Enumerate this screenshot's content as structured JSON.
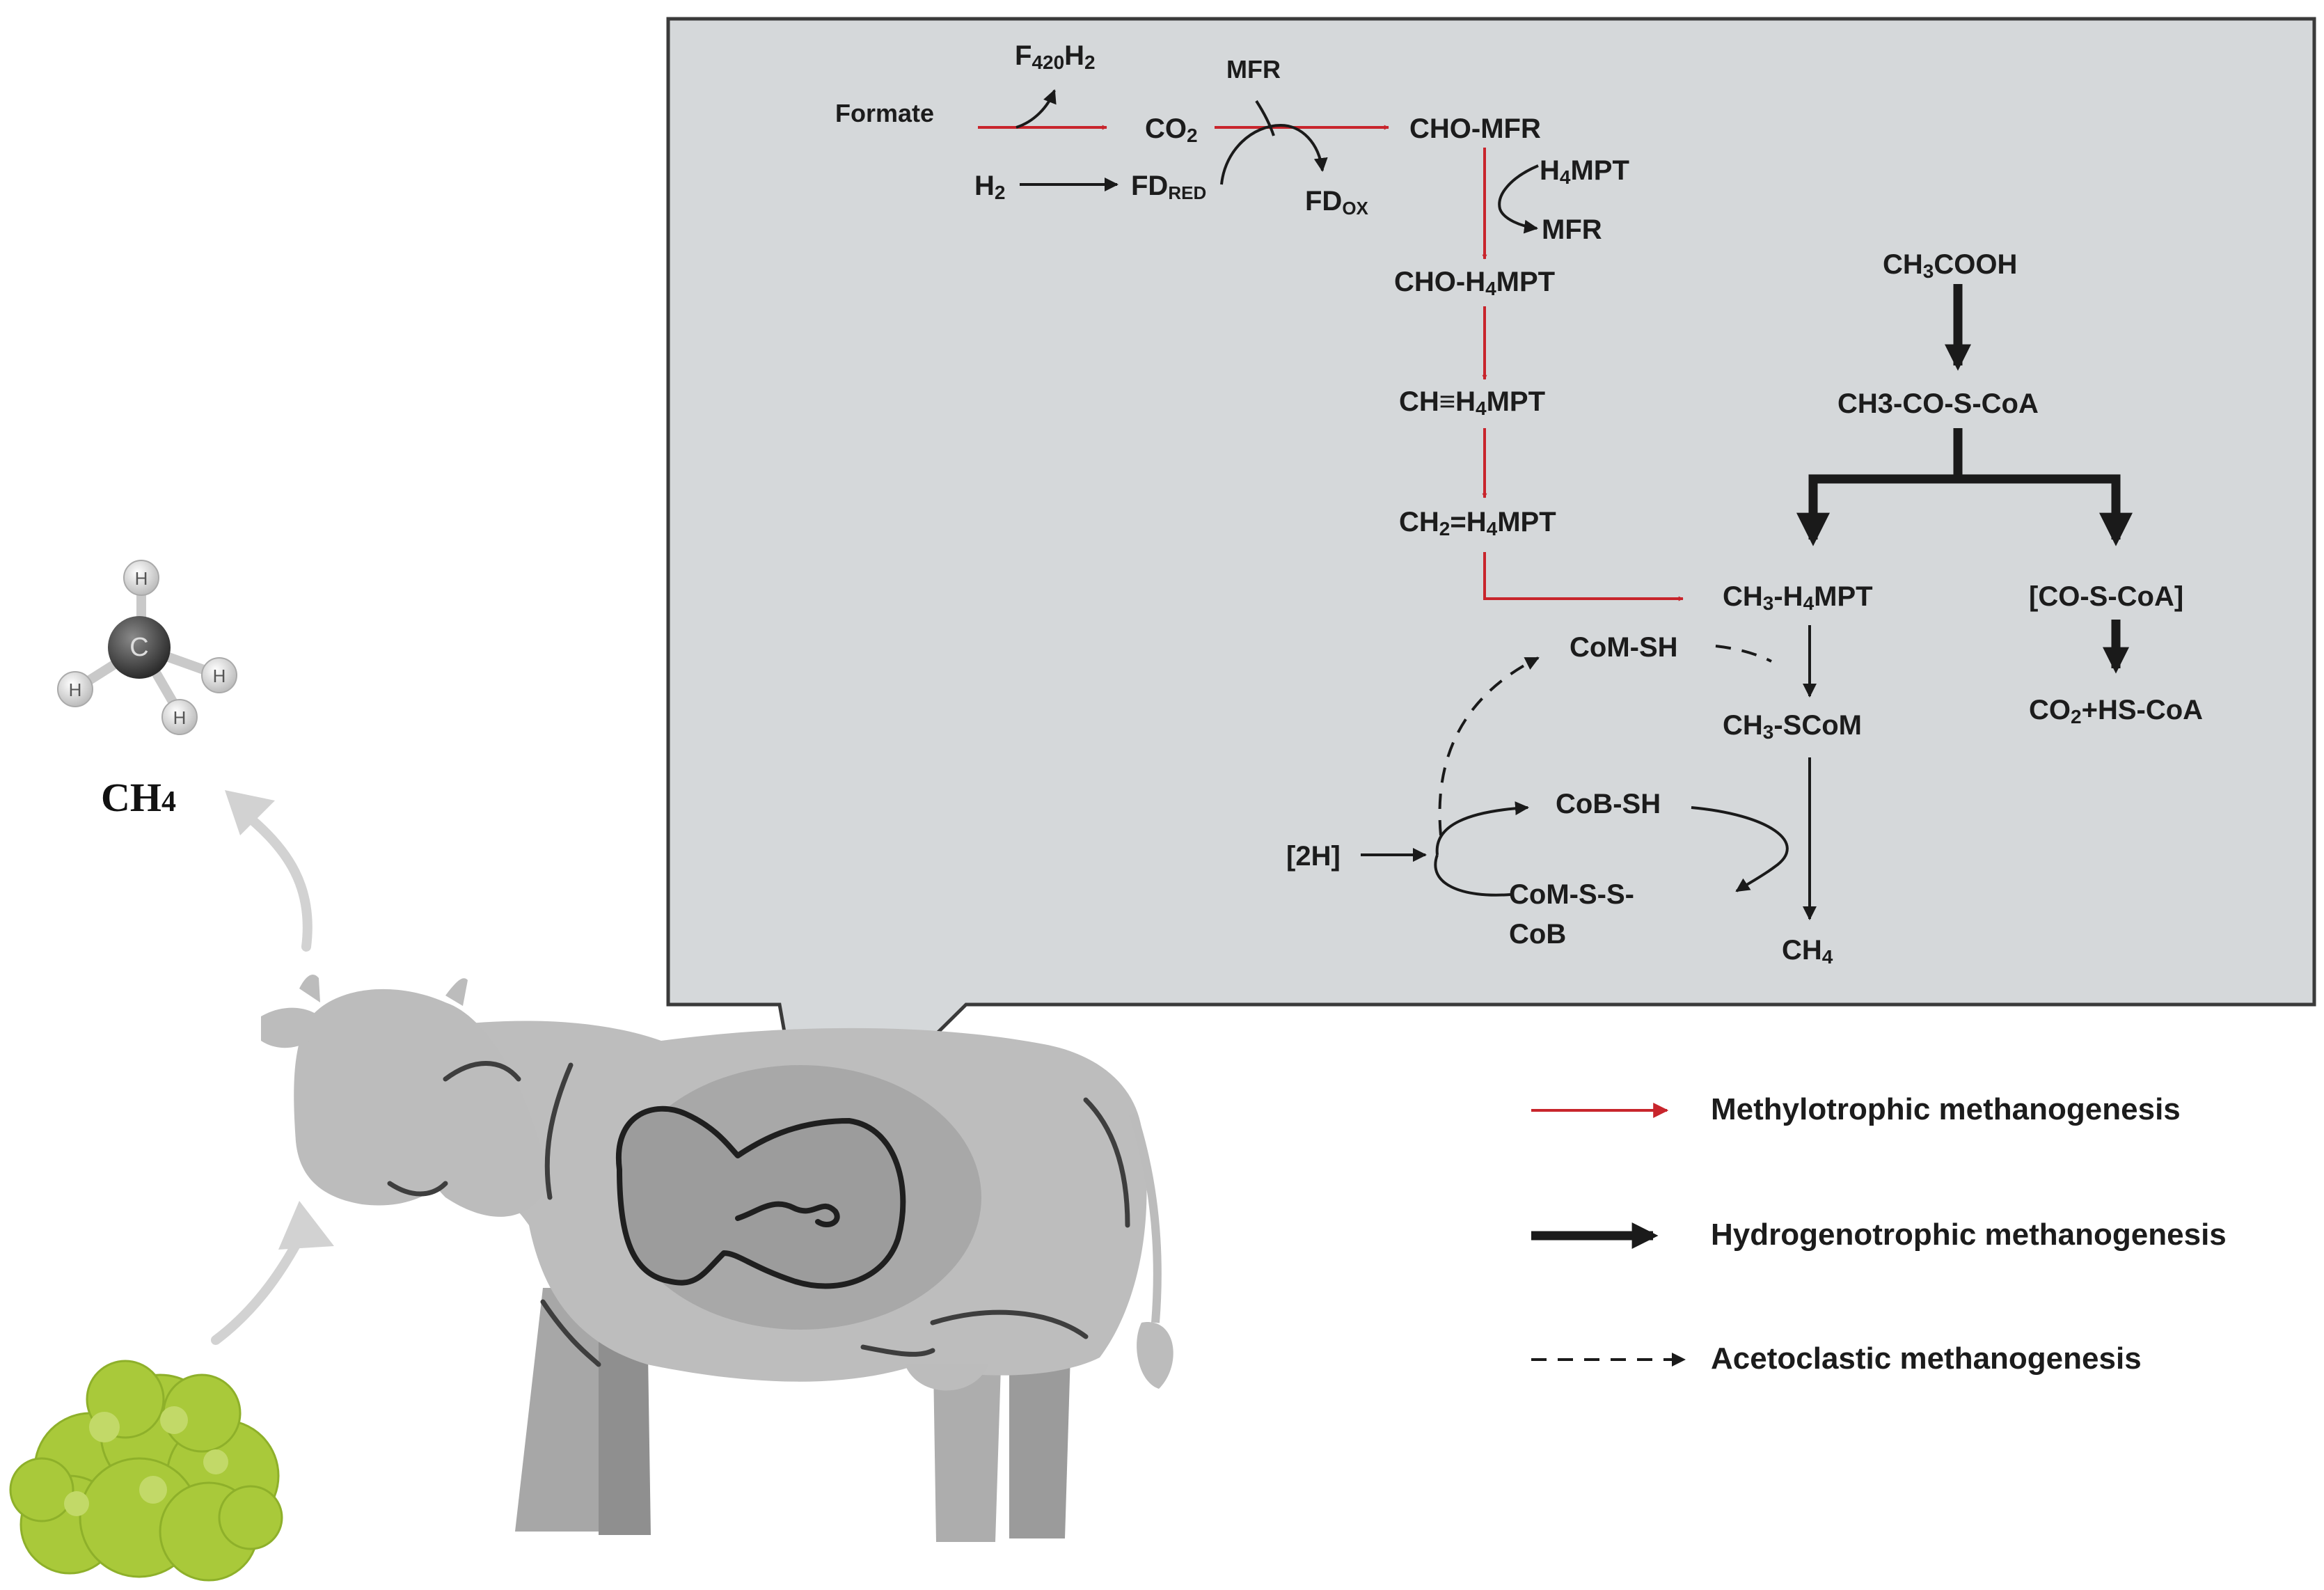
{
  "panel": {
    "nodes": {
      "formate": "Formate",
      "f420h2_a": "F",
      "f420h2_b": "420",
      "f420h2_c": "H",
      "f420h2_d": "2",
      "co2_a": "CO",
      "co2_b": "2",
      "mfr_top": "MFR",
      "cho_mfr": "CHO-MFR",
      "h2_a": "H",
      "h2_b": "2",
      "fdred_a": "FD",
      "fdred_b": "RED",
      "fdox_a": "FD",
      "fdox_b": "OX",
      "h4mpt_a": "H",
      "h4mpt_b": "4",
      "h4mpt_c": "MPT",
      "mfr_right": "MFR",
      "cho_h4mpt_a": "CHO-H",
      "cho_h4mpt_b": "4",
      "cho_h4mpt_c": "MPT",
      "ch_h4mpt_a": "CH≡H",
      "ch_h4mpt_b": "4",
      "ch_h4mpt_c": "MPT",
      "ch2_h4mpt_a": "CH",
      "ch2_h4mpt_b": "2",
      "ch2_h4mpt_c": "=H",
      "ch2_h4mpt_d": "4",
      "ch2_h4mpt_e": "MPT",
      "ch3cooh_a": "CH",
      "ch3cooh_b": "3",
      "ch3cooh_c": "COOH",
      "ch3_co_s_coa": "CH3-CO-S-CoA",
      "ch3_h4mpt_a": "CH",
      "ch3_h4mpt_b": "3",
      "ch3_h4mpt_c": "-H",
      "ch3_h4mpt_d": "4",
      "ch3_h4mpt_e": "MPT",
      "co_s_coa": "[CO-S-CoA]",
      "com_sh": "CoM-SH",
      "ch3_scom_a": "CH",
      "ch3_scom_b": "3",
      "ch3_scom_c": "-SCoM",
      "co2_hs_coa_a": "CO",
      "co2_hs_coa_b": "2",
      "co2_hs_coa_c": "+HS-CoA",
      "cob_sh": "CoB-SH",
      "two_h": "[2H]",
      "com_s_s_1": "CoM-S-S-",
      "com_s_s_2": "CoB",
      "ch4_a": "CH",
      "ch4_b": "4"
    }
  },
  "legend": {
    "methylotrophic": "Methylotrophic methanogenesis",
    "hydrogenotrophic": "Hydrogenotrophic methanogenesis",
    "acetoclastic": "Acetoclastic methanogenesis"
  },
  "molecule": {
    "center_atom": "C",
    "h_atom": "H",
    "caption_a": "CH",
    "caption_b": "4"
  },
  "colors": {
    "methylotrophic": "#c8252c",
    "hydrogenotrophic": "#1a1a1a",
    "acetoclastic": "#1a1a1a",
    "panel_fill": "#d5d8da",
    "cow_fill": "#b9b9b9",
    "feed_fill": "#a9c93a"
  }
}
